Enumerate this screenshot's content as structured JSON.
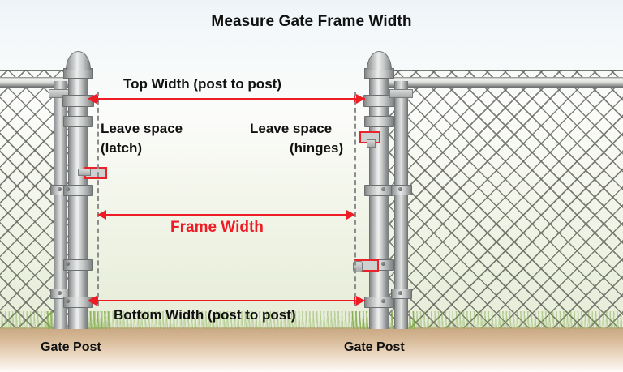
{
  "diagram": {
    "title": "Measure Gate Frame Width",
    "measurements": [
      {
        "id": "top-width",
        "label": "Top Width (post to post)",
        "color": "#ee1c24"
      },
      {
        "id": "frame-width",
        "label": "Frame Width",
        "color": "#ee1c24"
      },
      {
        "id": "bottom-width",
        "label": "Bottom Width (post to post)",
        "color": "#ee1c24"
      }
    ],
    "gaps": [
      {
        "id": "latch",
        "line1": "Leave space",
        "line2": "(latch)"
      },
      {
        "id": "hinges",
        "line1": "Leave space",
        "line2": "(hinges)"
      }
    ],
    "posts": [
      {
        "id": "left-gate-post",
        "label": "Gate Post"
      },
      {
        "id": "right-gate-post",
        "label": "Gate Post"
      }
    ],
    "colors": {
      "accent_red": "#ee1c24",
      "guide_grey": "#8c8c8c",
      "ground_tan": "#c9a883",
      "grass_green": "#7ea84a",
      "sky_blue": "#edf4f8",
      "metal_grey": "#b6b8b8",
      "text_dark": "#111111"
    }
  }
}
